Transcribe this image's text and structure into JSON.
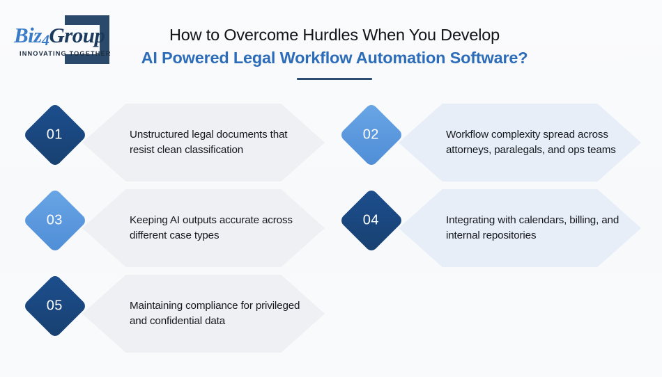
{
  "brand": {
    "name_prefix": "Biz",
    "name_digit": "4",
    "name_suffix": "Group",
    "tagline": "INNOVATING TOGETHER",
    "logo_icon": "bracket-square-logo",
    "colors": {
      "wordmark_blue": "#3a7bc8",
      "wordmark_navy": "#1c3a5c",
      "bracket_navy": "#2b4a6b"
    }
  },
  "header": {
    "title_line1": "How to Overcome Hurdles When You Develop",
    "title_line2": "AI Powered Legal Workflow Automation Software?",
    "rule_color": "#2d4c72",
    "title_line1_color": "#101418",
    "title_line2_color": "#2c6cb8"
  },
  "items": [
    {
      "number": "01",
      "text": "Unstructured legal documents that resist clean classification",
      "diamond_tone": "dark",
      "diamond_color": "#1a467e",
      "panel_tone": "gray",
      "panel_color": "#eef0f3"
    },
    {
      "number": "02",
      "text": "Workflow complexity spread across attorneys, paralegals, and ops teams",
      "diamond_tone": "light",
      "diamond_color": "#5a97dd",
      "panel_tone": "blue",
      "panel_color": "#e8eef8"
    },
    {
      "number": "03",
      "text": "Keeping AI outputs accurate across different case types",
      "diamond_tone": "light",
      "diamond_color": "#5a97dd",
      "panel_tone": "gray",
      "panel_color": "#eef0f3"
    },
    {
      "number": "04",
      "text": "Integrating with calendars, billing, and internal repositories",
      "diamond_tone": "dark",
      "diamond_color": "#1a467e",
      "panel_tone": "blue",
      "panel_color": "#e8eef8"
    },
    {
      "number": "05",
      "text": "Maintaining compliance for privileged and confidential data",
      "diamond_tone": "dark",
      "diamond_color": "#1a467e",
      "panel_tone": "gray",
      "panel_color": "#eef0f3"
    }
  ],
  "background_color": "#fafbfd"
}
